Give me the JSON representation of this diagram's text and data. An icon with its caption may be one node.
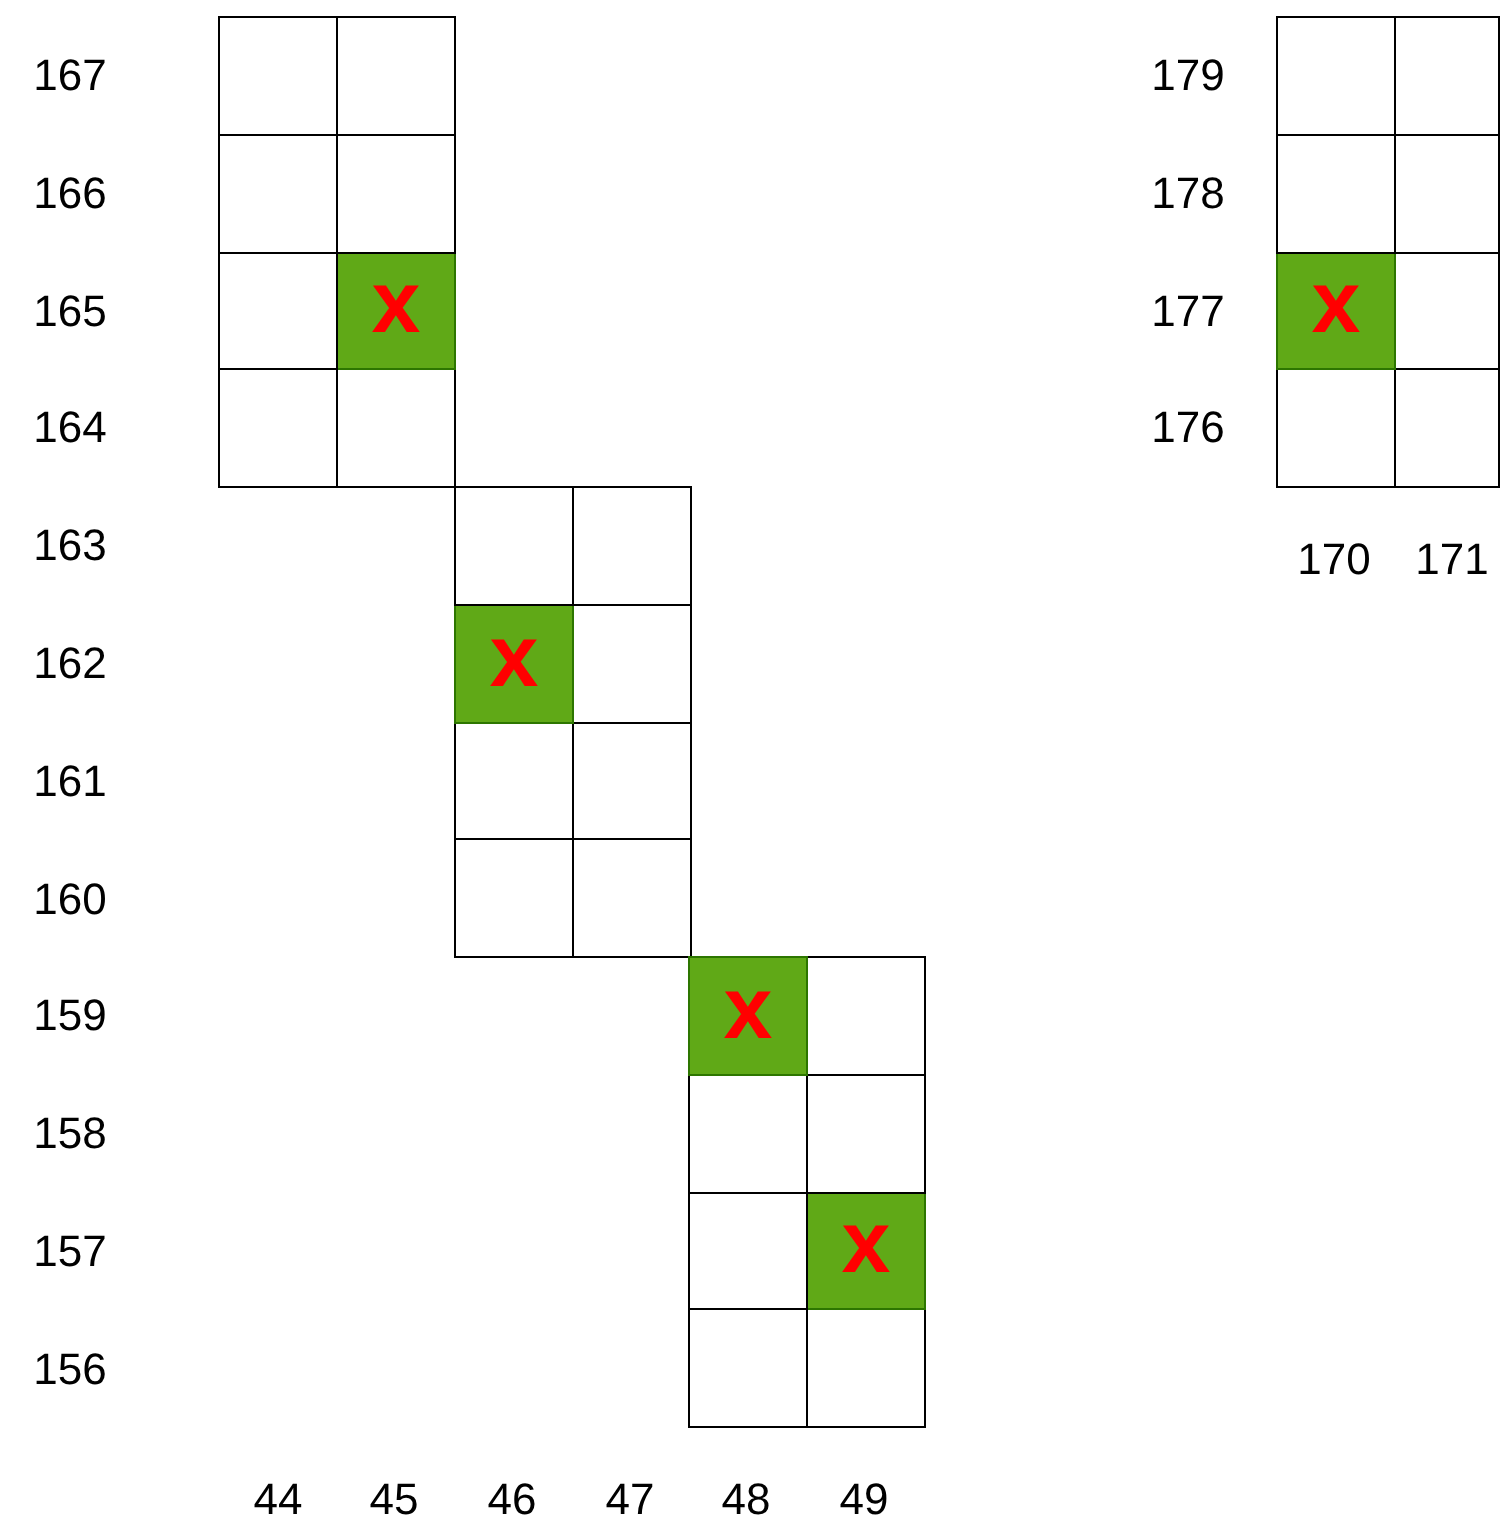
{
  "diagram": {
    "nodes": [
      {
        "text": [],
        "shape": "box"
      },
      {
        "text": [],
        "shape": "box"
      },
      {
        "text": [],
        "shape": "box"
      },
      {
        "text": [],
        "shape": "box"
      },
      {
        "text": [],
        "shape": "box"
      },
      {
        "text": [],
        "shape": "box"
      },
      {
        "text": [],
        "shape": "box"
      },
      {
        "text": [],
        "shape": "box"
      },
      {
        "text": [],
        "shape": "box"
      },
      {
        "text": [
          "x"
        ]
      },
      {
        "text": [
          "x"
        ]
      },
      {
        "text": [],
        "shape": "box"
      },
      {
        "text": [],
        "shape": "box"
      },
      {
        "text": [],
        "shape": "box"
      },
      {
        "text": [],
        "shape": "box"
      },
      {
        "text": [],
        "shape": "box"
      },
      {
        "text": [],
        "shape": "box"
      },
      {
        "text": [],
        "shape": "box"
      },
      {
        "text": [
          "x"
        ]
      },
      {
        "text": [],
        "shape": "box"
      },
      {
        "text": [],
        "shape": "box"
      },
      {
        "text": [],
        "shape": "box"
      },
      {
        "text": [],
        "shape": "box"
      },
      {
        "text": [],
        "shape": "box"
      },
      {
        "text": [
          "x"
        ]
      },
      {
        "text": [],
        "shape": "box"
      },
      {
        "text": [],
        "shape": "box"
      },
      {
        "text": [],
        "shape": "box"
      },
      {
        "text": [],
        "shape": "box"
      },
      {
        "text": [
          "x"
        ]
      },
      {
        "text": [],
        "shape": "box"
      },
      {
        "text": [],
        "shape": "box"
      }
    ],
    "labels": [
      "167",
      "179",
      "166",
      "178",
      "165",
      "177",
      "164",
      "176",
      "163",
      "170",
      "171",
      "162",
      "161",
      "160",
      "159",
      "158",
      "157",
      "156",
      "44",
      "45",
      "46",
      "47",
      "48",
      "49"
    ]
  }
}
